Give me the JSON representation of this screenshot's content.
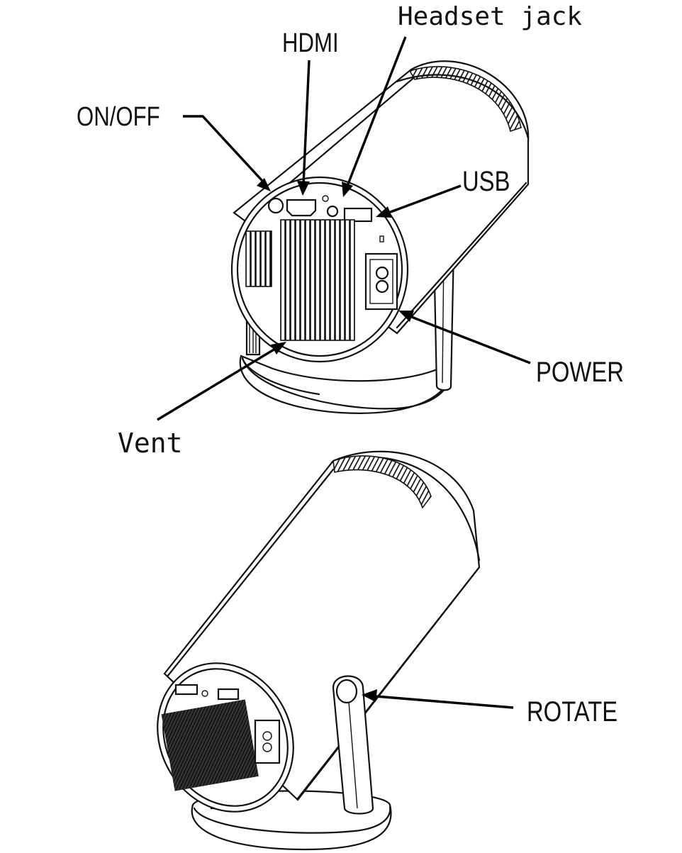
{
  "labels": {
    "headset_jack": "Headset jack",
    "hdmi": "HDMI",
    "on_off": "ON/OFF",
    "usb": "USB",
    "power": "POWER",
    "vent": "Vent",
    "rotate": "ROTATE"
  },
  "colors": {
    "ink": "#111111",
    "background": "#ffffff"
  }
}
